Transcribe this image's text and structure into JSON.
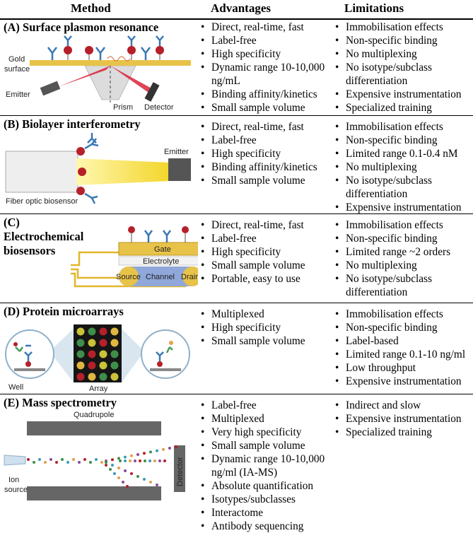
{
  "header": {
    "method": "Method",
    "advantages": "Advantages",
    "limitations": "Limitations"
  },
  "rows": [
    {
      "title": "(A) Surface plasmon resonance",
      "labels": {
        "gold": "Gold",
        "surface": "surface",
        "emitter": "Emitter",
        "prism": "Prism",
        "detector": "Detector"
      },
      "advantages": [
        "Direct, real-time, fast",
        "Label-free",
        "High specificity",
        "Dynamic range 10-10,000 ng/mL",
        "Binding affinity/kinetics",
        "Small sample volume"
      ],
      "limitations": [
        "Immobilisation effects",
        "Non-specific binding",
        "No multiplexing",
        "No isotype/subclass differentiation",
        "Expensive instrumentation",
        "Specialized training"
      ]
    },
    {
      "title": "(B) Biolayer interferometry",
      "labels": {
        "emitter": "Emitter",
        "fiber": "Fiber optic biosensor"
      },
      "advantages": [
        "Direct, real-time, fast",
        "Label-free",
        "High specificity",
        "Binding affinity/kinetics",
        "Small sample volume"
      ],
      "limitations": [
        "Immobilisation effects",
        "Non-specific binding",
        "Limited range 0.1-0.4 nM",
        "No multiplexing",
        "No isotype/subclass differentiation",
        "Expensive instrumentation"
      ]
    },
    {
      "title": "(C) Electrochemical biosensors",
      "labels": {
        "gate": "Gate",
        "electrolyte": "Electrolyte",
        "source": "Source",
        "channel": "Channel",
        "drain": "Drain"
      },
      "advantages": [
        "Direct, real-time, fast",
        "Label-free",
        "High specificity",
        "Small sample volume",
        "Portable, easy to use"
      ],
      "limitations": [
        "Immobilisation effects",
        "Non-specific binding",
        "Limited range ~2 orders",
        "No multiplexing",
        "No isotype/subclass differentiation"
      ]
    },
    {
      "title": "(D) Protein microarrays",
      "labels": {
        "well": "Well",
        "array": "Array"
      },
      "advantages": [
        "Multiplexed",
        "High specificity",
        "Small sample volume"
      ],
      "limitations": [
        "Immobilisation effects",
        "Non-specific binding",
        "Label-based",
        "Limited range 0.1-10 ng/ml",
        "Low throughput",
        "Expensive instrumentation"
      ]
    },
    {
      "title": "(E) Mass spectrometry",
      "labels": {
        "quadrupole": "Quadrupole",
        "ion": "Ion",
        "source": "source",
        "detector": "Detector"
      },
      "advantages": [
        "Label-free",
        "Multiplexed",
        "Very high specificity",
        "Small sample volume",
        "Dynamic range 10-10,000 ng/ml (IA-MS)",
        "Absolute quantification",
        "Isotypes/subclasses",
        "Interactome",
        "Antibody sequencing"
      ],
      "limitations": [
        "Indirect and slow",
        "Expensive instrumentation",
        "Specialized training"
      ]
    }
  ],
  "colors": {
    "gold": "#e8c34a",
    "antibody": "#3a78b5",
    "antigen": "#b5202a",
    "grey": "#888888"
  }
}
